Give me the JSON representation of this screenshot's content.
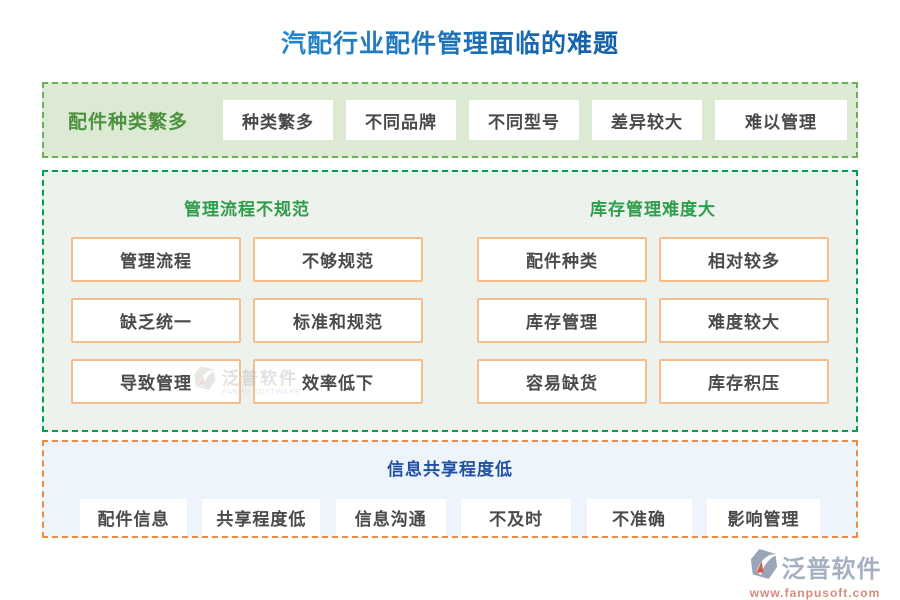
{
  "title": "汽配行业配件管理面临的难题",
  "sections": {
    "variety": {
      "label": "配件种类繁多",
      "items": [
        "种类繁多",
        "不同品牌",
        "不同型号",
        "差异较大",
        "难以管理"
      ]
    },
    "process": {
      "heading": "管理流程不规范",
      "items": [
        "管理流程",
        "不够规范",
        "缺乏统一",
        "标准和规范",
        "导致管理",
        "效率低下"
      ]
    },
    "inventory": {
      "heading": "库存管理难度大",
      "items": [
        "配件种类",
        "相对较多",
        "库存管理",
        "难度较大",
        "容易缺货",
        "库存积压"
      ]
    },
    "sharing": {
      "heading": "信息共享程度低",
      "items": [
        "配件信息",
        "共享程度低",
        "信息沟通",
        "不及时",
        "不准确",
        "影响管理"
      ]
    }
  },
  "watermark": {
    "name": "泛普软件",
    "subtitle": "FANPU SOFTWARE"
  },
  "footer": {
    "brand": "泛普软件",
    "url": "www.fanpusoft.com"
  },
  "icons": {
    "logo": "fanpu-logo-icon"
  },
  "colors": {
    "title_gradient_start": "#2e97d8",
    "title_gradient_end": "#0b4e9b",
    "variety_bg": "#dcead3",
    "variety_border": "#6cae58",
    "variety_label": "#4e9140",
    "middle_bg": "#eef2ec",
    "middle_border": "#00a14e",
    "middle_heading": "#2f9e4c",
    "item_box_border_orange": "#f5bd8c",
    "box_text": "#4a4a4a",
    "sharing_bg": "#edf4fc",
    "sharing_border": "#ef8b3f",
    "sharing_heading": "#2150a5",
    "footer_brand": "#a6b0c3",
    "footer_url": "#d9897c"
  }
}
